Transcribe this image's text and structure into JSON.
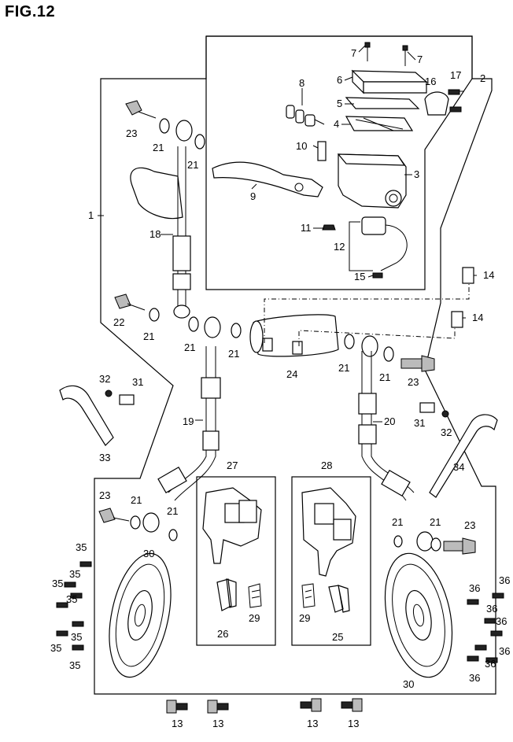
{
  "figure": {
    "title": "FIG.12"
  },
  "callouts": [
    {
      "id": "c7a",
      "text": "7"
    },
    {
      "id": "c7b",
      "text": "7"
    },
    {
      "id": "c6",
      "text": "6"
    },
    {
      "id": "c16",
      "text": "16"
    },
    {
      "id": "c17",
      "text": "17"
    },
    {
      "id": "c2",
      "text": "2"
    },
    {
      "id": "c8",
      "text": "8"
    },
    {
      "id": "c5",
      "text": "5"
    },
    {
      "id": "c4",
      "text": "4"
    },
    {
      "id": "c10",
      "text": "10"
    },
    {
      "id": "c3",
      "text": "3"
    },
    {
      "id": "c9",
      "text": "9"
    },
    {
      "id": "c11",
      "text": "11"
    },
    {
      "id": "c12",
      "text": "12"
    },
    {
      "id": "c15",
      "text": "15"
    },
    {
      "id": "c1",
      "text": "1"
    },
    {
      "id": "c23a",
      "text": "23"
    },
    {
      "id": "c21a",
      "text": "21"
    },
    {
      "id": "c21b",
      "text": "21"
    },
    {
      "id": "c18",
      "text": "18"
    },
    {
      "id": "c14a",
      "text": "14"
    },
    {
      "id": "c14b",
      "text": "14"
    },
    {
      "id": "c22",
      "text": "22"
    },
    {
      "id": "c21c",
      "text": "21"
    },
    {
      "id": "c21d",
      "text": "21"
    },
    {
      "id": "c21e",
      "text": "21"
    },
    {
      "id": "c24",
      "text": "24"
    },
    {
      "id": "c21f",
      "text": "21"
    },
    {
      "id": "c21g",
      "text": "21"
    },
    {
      "id": "c23b",
      "text": "23"
    },
    {
      "id": "c32a",
      "text": "32"
    },
    {
      "id": "c31a",
      "text": "31"
    },
    {
      "id": "c19",
      "text": "19"
    },
    {
      "id": "c20",
      "text": "20"
    },
    {
      "id": "c31b",
      "text": "31"
    },
    {
      "id": "c32b",
      "text": "32"
    },
    {
      "id": "c33",
      "text": "33"
    },
    {
      "id": "c34",
      "text": "34"
    },
    {
      "id": "c27",
      "text": "27"
    },
    {
      "id": "c28",
      "text": "28"
    },
    {
      "id": "c23c",
      "text": "23"
    },
    {
      "id": "c21h",
      "text": "21"
    },
    {
      "id": "c21i",
      "text": "21"
    },
    {
      "id": "c21j",
      "text": "21"
    },
    {
      "id": "c21k",
      "text": "21"
    },
    {
      "id": "c23d",
      "text": "23"
    },
    {
      "id": "c30a",
      "text": "30"
    },
    {
      "id": "c30b",
      "text": "30"
    },
    {
      "id": "c26",
      "text": "26"
    },
    {
      "id": "c29a",
      "text": "29"
    },
    {
      "id": "c29b",
      "text": "29"
    },
    {
      "id": "c25",
      "text": "25"
    },
    {
      "id": "c35a",
      "text": "35"
    },
    {
      "id": "c35b",
      "text": "35"
    },
    {
      "id": "c35c",
      "text": "35"
    },
    {
      "id": "c35d",
      "text": "35"
    },
    {
      "id": "c35e",
      "text": "35"
    },
    {
      "id": "c35f",
      "text": "35"
    },
    {
      "id": "c35g",
      "text": "35"
    },
    {
      "id": "c36a",
      "text": "36"
    },
    {
      "id": "c36b",
      "text": "36"
    },
    {
      "id": "c36c",
      "text": "36"
    },
    {
      "id": "c36d",
      "text": "36"
    },
    {
      "id": "c36e",
      "text": "36"
    },
    {
      "id": "c36f",
      "text": "36"
    },
    {
      "id": "c36g",
      "text": "36"
    },
    {
      "id": "c13a",
      "text": "13"
    },
    {
      "id": "c13b",
      "text": "13"
    },
    {
      "id": "c13c",
      "text": "13"
    },
    {
      "id": "c13d",
      "text": "13"
    }
  ]
}
